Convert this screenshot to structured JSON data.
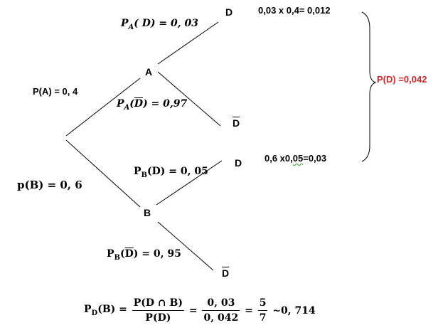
{
  "nodes": {
    "a": "A",
    "b": "B",
    "d_top": "D",
    "dbar_top": "D",
    "d_bottom": "D",
    "dbar_bottom": "D"
  },
  "edges": {
    "p_a": "P(A) = 0, 4",
    "p_b": "p(B) = 0, 6",
    "pa_d_p": "P",
    "pa_d_sub": "A",
    "pa_d_rest": "(  D) = 0, 03",
    "pa_dbar_p": "P",
    "pa_dbar_sub": "A",
    "pa_dbar_open": "(",
    "pa_dbar_d": "D",
    "pa_dbar_rest": ") = 0,97",
    "pb_d_p": "P",
    "pb_d_sub": "B",
    "pb_d_rest": "(D) = 0, 05",
    "pb_dbar_p": "P",
    "pb_dbar_sub": "B",
    "pb_dbar_open": "(",
    "pb_dbar_d": "D",
    "pb_dbar_rest": ") = 0, 95"
  },
  "calculations": {
    "top_product": "0,03 x 0,4= 0,012",
    "bottom_product_pre": "0,6 x0,",
    "bottom_product_wavy": "05",
    "bottom_product_post": "=0,03",
    "total": "P(D) =0,042",
    "total_color": "#d62728"
  },
  "formula": {
    "lhs_p": "P",
    "lhs_sub": "D",
    "lhs_rest": "(B) =",
    "frac1_num": "P(D ∩ B)",
    "frac1_den": "P(D)",
    "eq1": "=",
    "frac2_num": "0, 03",
    "frac2_den": "0, 042",
    "eq2": "=",
    "frac3_num": "5",
    "frac3_den": "7",
    "result": "~0, 714"
  }
}
